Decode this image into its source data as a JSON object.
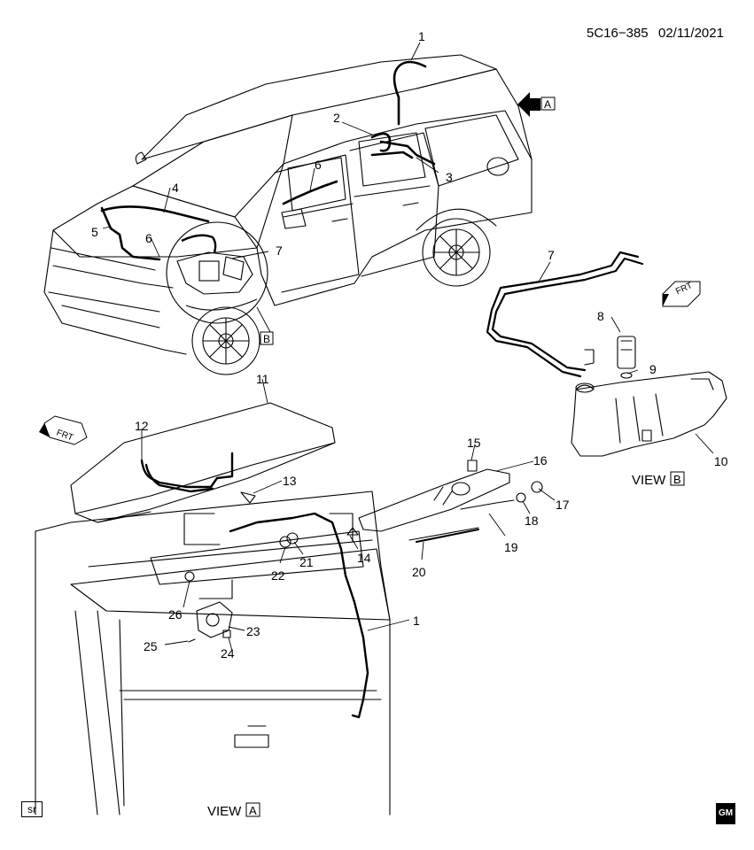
{
  "header": {
    "diagram_id": "5C16−385",
    "date": "02/11/2021"
  },
  "callouts": {
    "c1_top": "1",
    "c2": "2",
    "c3": "3",
    "c4": "4",
    "c5": "5",
    "c6_front": "6",
    "c6_door": "6",
    "c7_top": "7",
    "c7_viewb": "7",
    "c8": "8",
    "c9": "9",
    "c10": "10",
    "c11": "11",
    "c12": "12",
    "c13": "13",
    "c14": "14",
    "c15": "15",
    "c16": "16",
    "c17": "17",
    "c18": "18",
    "c19": "19",
    "c20": "20",
    "c21": "21",
    "c22": "22",
    "c23": "23",
    "c24": "24",
    "c25": "25",
    "c26": "26",
    "c1_bottom": "1"
  },
  "markers": {
    "view_a_arrow": "A",
    "detail_b": "B"
  },
  "directions": {
    "frt_top": "FRT",
    "frt_left": "FRT"
  },
  "views": {
    "view_b_word": "VIEW",
    "view_b_letter": "B",
    "view_a_word": "VIEW",
    "view_a_letter": "A"
  },
  "footer": {
    "sr": "sr",
    "logo_text": "GM"
  }
}
